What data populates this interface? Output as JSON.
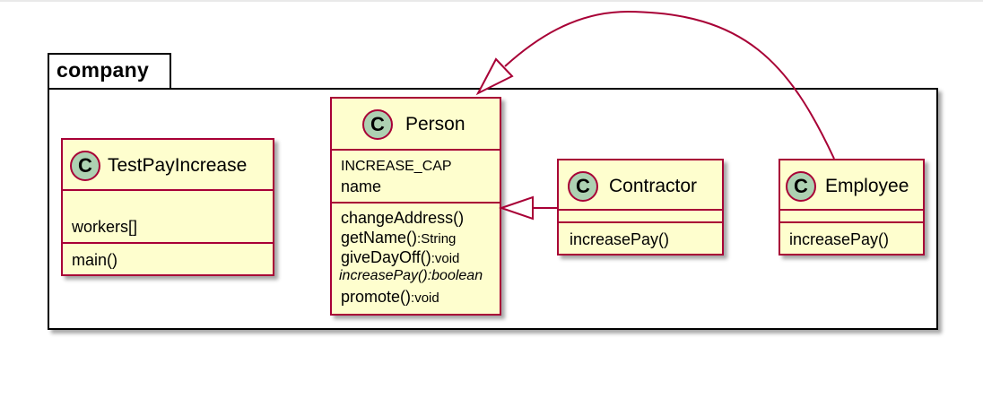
{
  "package": {
    "name": "company"
  },
  "classes": {
    "test_pay_increase": {
      "icon": "C",
      "name": "TestPayIncrease",
      "fields": [
        "workers[]"
      ],
      "methods": [
        "main()"
      ]
    },
    "person": {
      "icon": "C",
      "name": "Person",
      "fields": [
        "INCREASE_CAP",
        "name"
      ],
      "methods": [
        {
          "name": "changeAddress()",
          "type": ""
        },
        {
          "name": "getName()",
          "type": ":String"
        },
        {
          "name": "giveDayOff()",
          "type": ":void"
        },
        {
          "name": "increasePay():boolean",
          "type": ""
        },
        {
          "name": "promote()",
          "type": ":void"
        }
      ]
    },
    "contractor": {
      "icon": "C",
      "name": "Contractor",
      "methods": [
        "increasePay()"
      ]
    },
    "employee": {
      "icon": "C",
      "name": "Employee",
      "methods": [
        "increasePay()"
      ]
    }
  },
  "relations": [
    {
      "from": "Contractor",
      "to": "Person",
      "type": "inheritance"
    },
    {
      "from": "Employee",
      "to": "Person",
      "type": "inheritance"
    }
  ],
  "colors": {
    "class_fill": "#fefece",
    "class_border": "#a80036",
    "icon_fill": "#add1b2"
  }
}
